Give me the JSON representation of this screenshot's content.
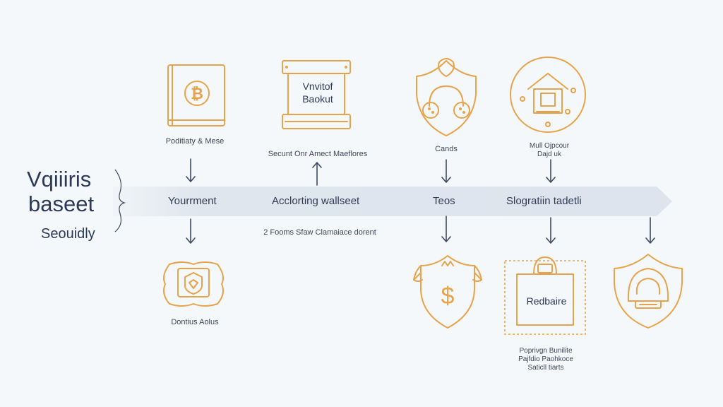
{
  "left": {
    "title_line1": "Vqiiiris",
    "title_line2": "baseet",
    "subtitle": "Seouidly"
  },
  "stages": [
    {
      "label": "Yourrment"
    },
    {
      "label": "Acclorting wallseet"
    },
    {
      "label": "Teos"
    },
    {
      "label": "Slogratiin tadetli"
    }
  ],
  "top_nodes": [
    {
      "caption": "Poditiaty & Mese",
      "icon": "bitcoin-book-icon"
    },
    {
      "caption": "Secunt Onr Amect Maeflores",
      "icon": "signboard-icon",
      "sign_line1": "Vnvitof",
      "sign_line2": "Baokut"
    },
    {
      "caption": "Cands",
      "icon": "shield-headphones-icon"
    },
    {
      "caption_line1": "Mull Ojpcour",
      "caption_line2": "Dajd uk",
      "icon": "house-circle-icon"
    }
  ],
  "mid_note": "2 Fooms Sfaw Clamaiace dorent",
  "bottom_nodes": [
    {
      "caption": "Dontius Aolus",
      "icon": "badge-frame-icon"
    },
    {
      "icon": "dollar-shield-icon"
    },
    {
      "label": "Redbaire",
      "caption_line1": "Poprivgn Bunilite",
      "caption_line2": "Pajfdio Paohkoce",
      "caption_line3": "Saticll tiarts",
      "icon": "bag-icon"
    },
    {
      "icon": "helmet-shield-icon"
    }
  ],
  "colors": {
    "accent": "#e8a34a",
    "ink": "#2f3b55",
    "band": "#dfe6ee",
    "background": "#f5f8fa"
  }
}
